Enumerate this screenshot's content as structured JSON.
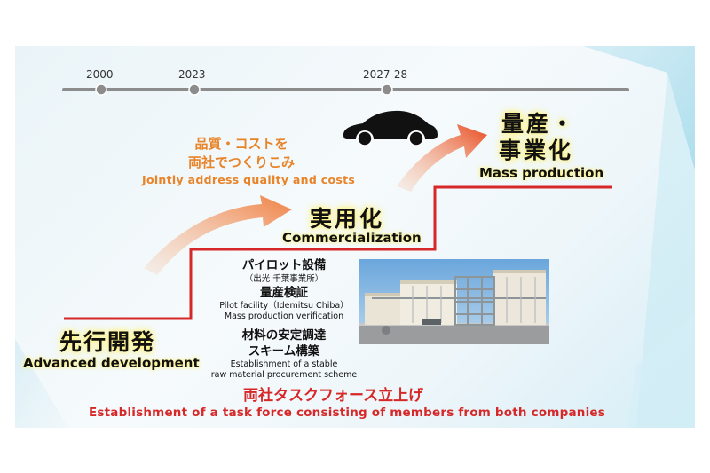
{
  "timeline": {
    "years": [
      "2000",
      "2023",
      "2027-28"
    ]
  },
  "quality": {
    "jp_line1": "品質・コストを",
    "jp_line2": "両社でつくりこみ",
    "en": "Jointly address quality and costs"
  },
  "stages": {
    "advanced": {
      "jp": "先行開発",
      "en": "Advanced development"
    },
    "commercial": {
      "jp": "実用化",
      "en": "Commercialization"
    },
    "mass": {
      "jp_line1": "量産・",
      "jp_line2": "事業化",
      "en": "Mass production"
    }
  },
  "pilot": {
    "jp_line1": "パイロット設備",
    "jp_line2": "（出光 千葉事業所）",
    "jp_line3": "量産検証",
    "en_line1": "Pilot facility（Idemitsu Chiba）",
    "en_line2": "Mass production verification"
  },
  "procurement": {
    "jp_line1": "材料の安定調達",
    "jp_line2": "スキーム構築",
    "en_line1": "Establishment of a stable",
    "en_line2": "raw material procurement scheme"
  },
  "taskforce": {
    "jp": "両社タスクフォース立上げ",
    "en": "Establishment of a task force consisting of members from both companies"
  },
  "icons": {
    "car": "car-silhouette-icon",
    "facility": "pilot-facility-photo"
  },
  "colors": {
    "step_line": "#d62828",
    "arrow": "#e8602a",
    "timeline": "#888888",
    "label_orange": "#e8842a"
  }
}
